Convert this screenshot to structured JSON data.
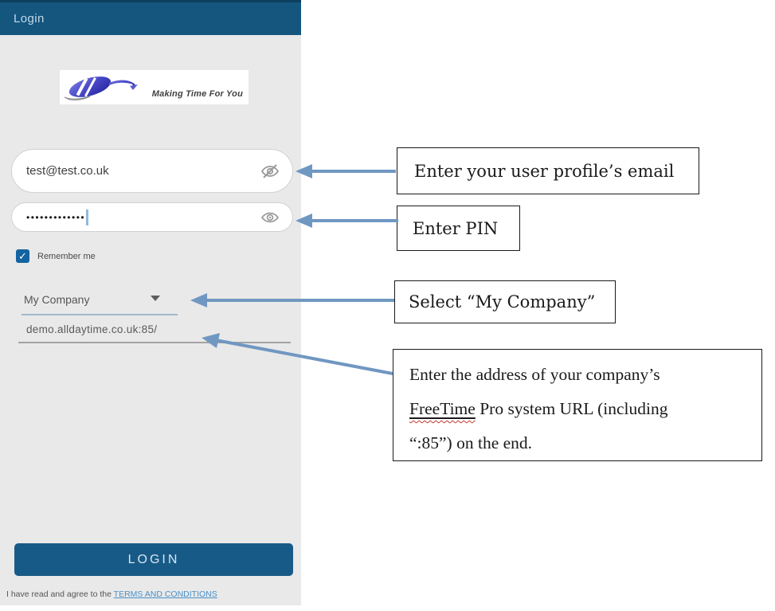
{
  "app": {
    "appbar_title": "Login",
    "logo": {
      "tagline": "Making Time For You"
    },
    "email_field": {
      "value": "test@test.co.uk",
      "icon": "eye-off-icon"
    },
    "pin_field": {
      "masked_value": "•••••••••••••",
      "icon": "eye-icon"
    },
    "remember_me": {
      "label": "Remember me",
      "checked": true,
      "checkmark": "✓"
    },
    "company_dropdown": {
      "value": "My Company"
    },
    "url_field": {
      "value": "demo.alldaytime.co.uk:85/"
    },
    "login_button_label": "LOGIN",
    "terms": {
      "prefix": "I have read and agree to the ",
      "link_label": "TERMS AND CONDITIONS"
    }
  },
  "annotations": {
    "email_note": "Enter your user profile’s email",
    "pin_note": "Enter PIN",
    "company_note": "Select “My Company”",
    "url_note": {
      "line1": "Enter the address of your company’s",
      "line2_underlined_word": "FreeTime",
      "line2_rest": " Pro system URL (including",
      "line3": "“:85”) on the end."
    }
  },
  "colors": {
    "appbar": "#15567e",
    "panel_background": "#e9e9e9",
    "login_button": "#185a87",
    "checkbox": "#1464a1",
    "arrow": "#7097c1",
    "terms_link": "#4a90c8",
    "note_border": "#1a1a1a",
    "spellcheck_wavy": "#c0392b"
  }
}
